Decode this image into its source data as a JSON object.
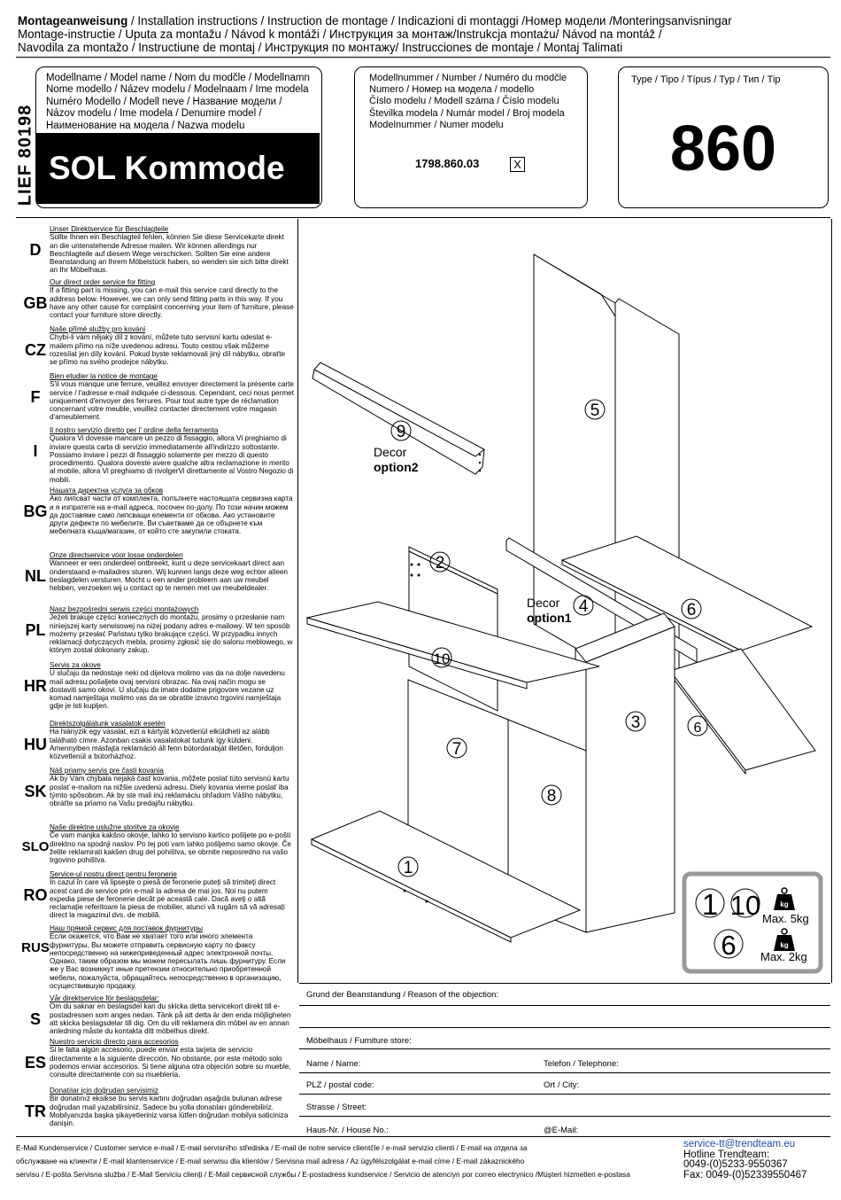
{
  "header": {
    "bold_title": "Montageanweisung",
    "line1_rest": " / Installation instructions / Instruction de montage / Indicazioni di montaggi /Номер модели /Monteringsanvisningar",
    "line2": "Montage-instructie / Uputa za montažu / Návod k montáži / Инструкция за монтаж/Instrukcja montażu/ Návod na montáž /",
    "line3": "Navodila za montažo / Instructiune de montaj / Инструкция по монтажу/ Instrucciones de montaje / Montaj Talimati"
  },
  "model_box": {
    "lief": "LIEF 80198",
    "label_lines": [
      "Modellname / Model name / Nom du modčle / Modellnamn",
      "Nome modello / Název modelu / Modelnaam / Ime modela",
      "Numéro Modello / Modell neve / Название модели /",
      "Názov modelu / Ime modela / Denumire model /",
      "Наименование на модела / Nazwa modelu"
    ],
    "model_name": "SOL Kommode"
  },
  "number_box": {
    "label_lines": [
      "Modellnummer / Number / Numéro du modčle",
      "Numero /  Номер на модела / modello",
      "Číslo modelu / Modell száma / Číslo modelu",
      "Številka modela / Numár model / Broj modela",
      "Modelnummer / Numer modelu"
    ],
    "number": "1798.860.03",
    "checkbox": "X"
  },
  "type_box": {
    "label": "Type / Tipo / Típus / Typ / Тип / Tip",
    "value": "860"
  },
  "services": [
    {
      "code": "D",
      "title": "Unser Direktservice für Beschlagteile",
      "text": "Sollte Ihnen ein Beschlagteil fehlen, können Sie diese Servicekarte direkt an die untenstehende Adresse mailen. Wir können allerdings nur Beschlagteile auf diesem Wege verschicken. Sollten Sie eine andere Beanstandung an Ihrem Möbelstück haben, so wenden sie sich bitte direkt an Ihr Möbelhaus."
    },
    {
      "code": "GB",
      "title": "Our direct order service for fitting",
      "text": "If a fitting part is missing, you can e-mail this service card directly to the address below. However, we can only send fitting parts in this way. If you have any other cause for complaint concerning your item of furniture, please contact your furniture store directly."
    },
    {
      "code": "CZ",
      "title": "Naše přímé služby pro kování",
      "text": "Chybí-li vám nějaký díl z kování, můžete tuto servisní kartu odeslat e-mailem přímo na níže uvedenou adresu. Touto cestou však můžeme rozesílat jen díly kování. Pokud byste reklamovali jiný díl nábytku, obraťte se přímo na svého prodejce nábytku."
    },
    {
      "code": "F",
      "title": "Bien etudier la notice de montage",
      "text": "S'il vous manque une ferrure, veuillez envoyer directement la présente carte service / l'adresse e-mail indiquée ci-dessous. Cependant, ceci nous permet uniquement d'envoyer des ferrures. Pour tout autre type de réclamation concernant votre meuble, veuillez contacter directement votre magasin d'ameublement."
    },
    {
      "code": "I",
      "title": "Il nostro servizio diretto per l' ordine della ferramenta",
      "text": "Qualora Vi dovesse mancare un pezzo di fissaggio, allora Vi preghiamo di inviare questa carta di servizio immediatamente all'indirizzo sottostante. Possiamo inviare i pezzi di fissaggio solamente per mezzo di questo procedimento. Qualora doveste avere qualche altra reclamazione in merito al mobile, allora Vi preghiamo di rivolgerVi direttamente al Vostro Negozio di mobili."
    },
    {
      "code": "BG",
      "title": "Нашата директна услуга за обков",
      "text": "Ако липсват части от комплекта, попълнете настоящата сервизна карта и я изпратете на e-mail адреса, посочен по-долу. По този начин можем да доставяме само липсващи елементи от обкова. Ако установите други дефекти по мебелите, Ви съветваме да се обърнете към мебелната къща/магазин, от който сте закупили стоката."
    },
    {
      "code": "NL",
      "title": "Onze directservice voor losse onderdelen",
      "text": "Wanneer er een onderdeel ontbreekt, kunt u deze servicekaart direct aan onderstaand e-mailadres sturen. Wij kunnen langs deze weg echter alleen beslagdelen versturen. Mocht u een ander probleem aan uw meubel hebben, verzoeken wij u contact op te nemen met uw meubeldealer."
    },
    {
      "code": "PL",
      "title": "Nasz bezpośredni serwis części montażowych",
      "text": "Jeżeli brakuje części koniecznych do montażu, prosimy o przesłanie nam niniejszej karty serwisowej na niżej podany adres e-mailowy. W ten sposób możemy przesłać Państwu tylko brakujące części. W przypadku innych reklamacji dotyczących mebla, prosimy zgłosić się do salonu meblowego, w którym został dokonany zakup."
    },
    {
      "code": "HR",
      "title": "Servis za okove",
      "text": "U slučaju da nedostaje neki od dijelova molimo vas da na dolje navedenu mail adresu pošaljete ovaj servisni obrazac. Na ovaj način mogu se dostaviti samo okovi. U slučaju da imate dodatne prigovore vezane uz komad namještaja molimo vas da se obratite izravno trgovini namještaja gdje je isti kupljen."
    },
    {
      "code": "HU",
      "title": "Direktszolgálatunk vasalatok esetén",
      "text": "Ha hiányzik egy vasalat, ezt a kártyát közvetlenül elküldheti az alább található címre. Azonban csakis vasalatokat tudunk így küldeni. Amennyiben másfajta reklamáció áll fenn bútordarabját illetően, forduljon közvetlenül a bútorházhoz."
    },
    {
      "code": "SK",
      "title": "Náš priamy servis pre časti kovania",
      "text": "Ak by Vám chýbala nejaká časť kovania, môžete poslať túto servisnú kartu poslať e-mailom na nižšie uvedenú adresu. Diely kovania vieme poslať iba týmto spôsobom. Ak by ste mali inú reklamáciu ohľadom Vášho nábytku, obráťte sa priamo na Vašu predajňu nábytku."
    },
    {
      "code": "SLO",
      "title": "Naše direktne uslužne storitve za okovje",
      "text": "Če vam manjka kakšno okovje, lahko to servisno kartico pošljete po e-pošti direktno na spodnji naslov. Po tej poti vam lahko pošljemo samo okovje. Če želite reklamirati kakšen drug del pohištva, se obrnite neposredno na vašo trgovino pohištva."
    },
    {
      "code": "RO",
      "title": "Service-ul nostru direct pentru feronerie",
      "text": "In cazul în care vă lipsește o piesă de feronerie puteți să trimiteți direct acest card de service prin e-mail la adresa de mai jos. Noi nu putem expedia piese de feronerie decât pe această cale. Dacă aveți o altă reclamație referitoare la piesa de mobilier, atunci vă rugăm să vă adresați direct la magazinul dvs. de mobilă."
    },
    {
      "code": "RUS",
      "title": "Наш прямой сервис для поставок фурнитуры",
      "text": "Если окажется, что Вам не хватает того или иного элемента фурнитуры, Вы можете отправить сервисную карту по факсу непосредственно на нижеприведенный адрес электронной почты. Однако, таким образом мы можем пересылать лишь фурнитуру. Если же у Вас возникнут иные претензии относительно приобретенной мебели, пожалуйста, обращайтесь непосредственно в организацию, осуществившую продажу."
    },
    {
      "code": "S",
      "title": "Vår direktservice för beslagsdelar:",
      "text": "Om du saknar en beslagsdel kan du skicka detta servicekort direkt till e-postadressen som anges nedan. Tänk på att detta är den enda möjligheten att skicka beslagsdelar till dig. Om du vill reklamera din möbel av en annan anledning måste du kontakta ditt möbelhus direkt."
    },
    {
      "code": "ES",
      "title": "Nuestro servicio directo para accesorios",
      "text": "Si le falta algún accesorio, puede enviar esta tarjeta de servicio directamente a la siguiente dirección. No obstante, por este método solo podemos enviar accesorios. Si tiene alguna otra objeción sobre su mueble, consulte directamente con su mueblería."
    },
    {
      "code": "TR",
      "title": "Donatılar için doğrudan servisimiz",
      "text": "Bir donatınız eksikse bu servis kartını doğrudan aşağıda bulunan adrese doğrudan mail yazabilirsiniz. Sadece bu yolla donatıları gönderebiliriz. Mobilyanızda başka şikayetleriniz varsa lütfen doğrudan mobilya saticiniza danişin."
    }
  ],
  "diagram": {
    "decor2": "Decor",
    "decor2_opt": "option2",
    "decor1": "Decor",
    "decor1_opt": "option1",
    "parts": [
      "1",
      "2",
      "3",
      "4",
      "5",
      "6",
      "6",
      "7",
      "8",
      "9",
      "10"
    ]
  },
  "weights": {
    "parts_a": [
      "1",
      "10"
    ],
    "max_a": "Max. 5kg",
    "parts_b": [
      "6"
    ],
    "max_b": "Max. 2kg",
    "kg": "kg"
  },
  "form": {
    "reason": "Grund der Beanstandung / Reason of the objection:",
    "store": "Möbelhaus / Furniture store:",
    "name": "Name / Name:",
    "phone": "Telefon / Telephone:",
    "plz": "PLZ / postal code:",
    "city": "Ort / City:",
    "street": "Strasse / Street:",
    "house": "Haus-Nr. / House No.:",
    "email": "@E-Mail:"
  },
  "footer": {
    "line1": "E-Mail Kundenservice / Customer service e-mail / E-mail servisního střediska / E-mail de notre service clientčle / e-mail servizio clienti / E-mail на отдела за",
    "line2": "обслужване на клиенти / E-mail klantenservice / E-mail serwisu dla klientów / Servisna mail adresa / Az ügyfélszolgálat e-mail címe / E-mail zákaznického",
    "line3": "servisu / E-pošta Servisna služba / E-Mail Serviciu clienți / E-Mail сервисной службы / E-postadress kundservice / Servicio de atenciyn por correo electrynico /Müşteri hizmetleri e-postasa",
    "email": "service-tt@trendteam.eu",
    "hotline": "Hotline Trendteam:",
    "phone": "0049-(0)5233-9550367",
    "fax": "Fax: 0049-(0)52339550467"
  }
}
